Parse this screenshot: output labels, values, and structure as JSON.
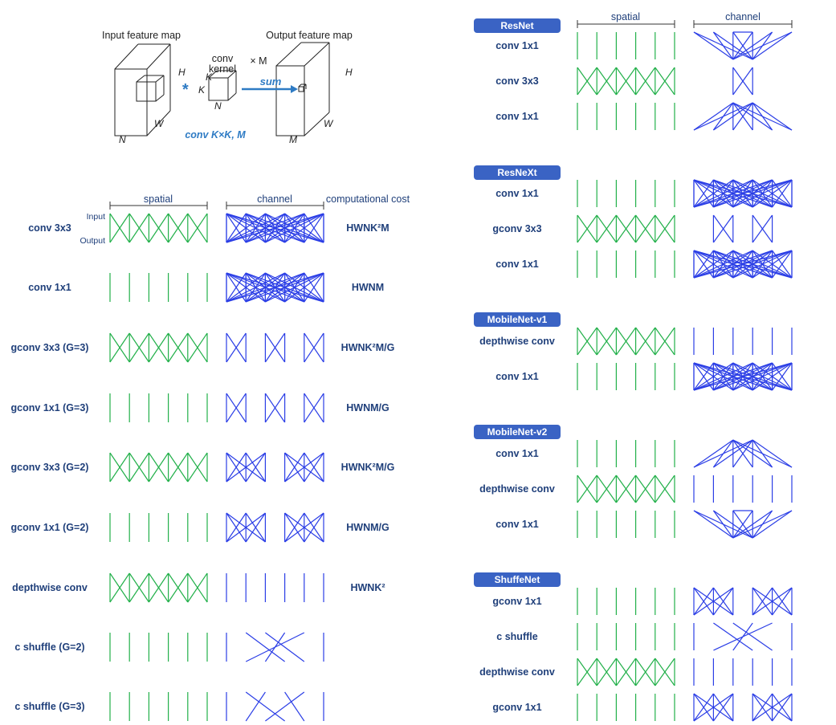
{
  "colors": {
    "spatial": "#22b04a",
    "channel": "#2b3ee6",
    "label": "#1f3f7a",
    "accent": "#2e7bc4",
    "badge": "#3a63c4"
  },
  "top": {
    "input_title": "Input feature map",
    "output_title": "Output feature map",
    "kernel_label_1": "conv",
    "kernel_label_2": "kernel",
    "times_m": "× M",
    "sum": "sum",
    "star": "*",
    "conv_caption": "conv K×K, M",
    "h_left": "H",
    "w_left": "W",
    "n_left": "N",
    "k_top": "K",
    "k_left": "K",
    "n_kernel": "N",
    "h_right": "H",
    "w_right": "W",
    "m_right": "M"
  },
  "left": {
    "spatial_header": "spatial",
    "channel_header": "channel",
    "cost_header": "computational cost",
    "input_label": "Input",
    "output_label": "Output",
    "rows": [
      {
        "label": "conv 3x3",
        "spatial": "cross",
        "channel": "full",
        "cost": "HWNK²M"
      },
      {
        "label": "conv 1x1",
        "spatial": "vert",
        "channel": "full",
        "cost": "HWNM"
      },
      {
        "label": "gconv 3x3 (G=3)",
        "spatial": "cross",
        "channel": "g3",
        "cost": "HWNK²M/G"
      },
      {
        "label": "gconv 1x1 (G=3)",
        "spatial": "vert",
        "channel": "g3",
        "cost": "HWNM/G"
      },
      {
        "label": "gconv 3x3 (G=2)",
        "spatial": "cross",
        "channel": "g2",
        "cost": "HWNK²M/G"
      },
      {
        "label": "gconv 1x1 (G=2)",
        "spatial": "vert",
        "channel": "g2",
        "cost": "HWNM/G"
      },
      {
        "label": "depthwise conv",
        "spatial": "cross",
        "channel": "vert",
        "cost": "HWNK²"
      },
      {
        "label": "c shuffle (G=2)",
        "spatial": "vert",
        "channel": "shuf2",
        "cost": ""
      },
      {
        "label": "c shuffle (G=3)",
        "spatial": "vert",
        "channel": "shuf3",
        "cost": ""
      }
    ]
  },
  "right": {
    "spatial_header": "spatial",
    "channel_header": "channel",
    "blocks": [
      {
        "name": "ResNet",
        "rows": [
          {
            "label": "conv 1x1",
            "spatial": "vert",
            "channel": "expand"
          },
          {
            "label": "conv 3x3",
            "spatial": "cross",
            "channel": "small"
          },
          {
            "label": "conv 1x1",
            "spatial": "vert",
            "channel": "reduce"
          }
        ]
      },
      {
        "name": "ResNeXt",
        "rows": [
          {
            "label": "conv 1x1",
            "spatial": "vert",
            "channel": "full"
          },
          {
            "label": "gconv 3x3",
            "spatial": "cross",
            "channel": "g2small"
          },
          {
            "label": "conv 1x1",
            "spatial": "vert",
            "channel": "full"
          }
        ]
      },
      {
        "name": "MobileNet-v1",
        "rows": [
          {
            "label": "depthwise conv",
            "spatial": "cross",
            "channel": "vert"
          },
          {
            "label": "conv 1x1",
            "spatial": "vert",
            "channel": "full"
          }
        ]
      },
      {
        "name": "MobileNet-v2",
        "rows": [
          {
            "label": "conv 1x1",
            "spatial": "vert",
            "channel": "reduce"
          },
          {
            "label": "depthwise conv",
            "spatial": "cross",
            "channel": "vert"
          },
          {
            "label": "conv 1x1",
            "spatial": "vert",
            "channel": "expand"
          }
        ]
      },
      {
        "name": "ShuffeNet",
        "rows": [
          {
            "label": "gconv 1x1",
            "spatial": "vert",
            "channel": "g2"
          },
          {
            "label": "c shuffle",
            "spatial": "vert",
            "channel": "shuf2"
          },
          {
            "label": "depthwise conv",
            "spatial": "cross",
            "channel": "vert"
          },
          {
            "label": "gconv 1x1",
            "spatial": "vert",
            "channel": "g2"
          }
        ]
      }
    ]
  }
}
